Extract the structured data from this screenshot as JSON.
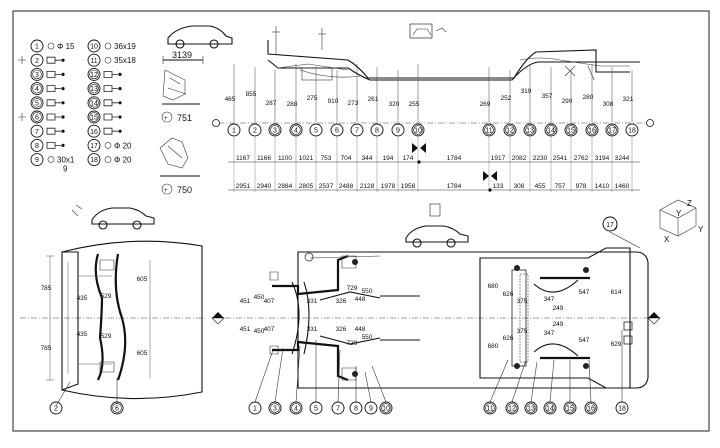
{
  "legend": [
    {
      "num": "1",
      "desc": "Φ 15"
    },
    {
      "num": "2",
      "desc": ""
    },
    {
      "num": "3",
      "desc": ""
    },
    {
      "num": "4",
      "desc": ""
    },
    {
      "num": "5",
      "desc": ""
    },
    {
      "num": "6",
      "desc": ""
    },
    {
      "num": "7",
      "desc": ""
    },
    {
      "num": "8",
      "desc": ""
    },
    {
      "num": "9",
      "desc": "30x1",
      "desc2": "9"
    },
    {
      "num": "10",
      "desc": "36x19"
    },
    {
      "num": "11",
      "desc": "35x18"
    },
    {
      "num": "12",
      "desc": ""
    },
    {
      "num": "13",
      "desc": ""
    },
    {
      "num": "14",
      "desc": ""
    },
    {
      "num": "15",
      "desc": ""
    },
    {
      "num": "16",
      "desc": ""
    },
    {
      "num": "17",
      "desc": "Φ 20"
    },
    {
      "num": "18",
      "desc": "Φ 20"
    }
  ],
  "top_dims": {
    "d3139": "3139",
    "d751": "751",
    "d750": "750"
  },
  "side_profile": {
    "heights": [
      "465",
      "855",
      "287",
      "288",
      "275",
      "910",
      "273",
      "261",
      "320",
      "255",
      "269",
      "252",
      "319",
      "357",
      "290",
      "280",
      "308",
      "321"
    ]
  },
  "axis_points": [
    "1",
    "2",
    "3",
    "4",
    "5",
    "6",
    "7",
    "8",
    "9",
    "10",
    "11",
    "12",
    "13",
    "14",
    "15",
    "16",
    "17",
    "18"
  ],
  "row_upper": [
    "1167",
    "1166",
    "1100",
    "1021",
    "753",
    "704",
    "344",
    "194",
    "174",
    "1784",
    "1917",
    "2082",
    "2230",
    "2541",
    "2762",
    "3194",
    "3244"
  ],
  "row_lower": [
    "2951",
    "2940",
    "2884",
    "2805",
    "2537",
    "2488",
    "2128",
    "1978",
    "1958",
    "1784",
    "133",
    "308",
    "455",
    "757",
    "978",
    "1410",
    "1460"
  ],
  "front_view": {
    "h_top": "785",
    "h_bottom": "785",
    "w_top": "435",
    "w_bottom": "435",
    "mid_top": "529",
    "mid_bottom": "529",
    "r_top": "605",
    "r_bottom": "605",
    "callouts": [
      "2",
      "6"
    ]
  },
  "bottom_view": {
    "left_outer": [
      "451",
      "451"
    ],
    "left_inner": [
      "450",
      "450"
    ],
    "left_inner2": [
      "407",
      "407"
    ],
    "front_mid": [
      "331",
      "331"
    ],
    "front_mid2": [
      "326",
      "326"
    ],
    "front_right": [
      "448",
      "448"
    ],
    "front_right_outer": [
      "729",
      "729"
    ],
    "front_right_far": [
      "550",
      "550"
    ],
    "rear_left": [
      "680",
      "680"
    ],
    "rear_l2": [
      "626",
      "626"
    ],
    "rear_l3": [
      "375",
      "375"
    ],
    "rear_c": [
      "347",
      "347"
    ],
    "rear_c2": [
      "249",
      "249"
    ],
    "rear_r": [
      "547",
      "547"
    ],
    "rear_far": [
      "614",
      "629"
    ],
    "markers": [
      "1",
      "3",
      "4",
      "5",
      "7",
      "8",
      "9",
      "10",
      "11",
      "12",
      "13",
      "14",
      "15",
      "16",
      "18"
    ],
    "marker_top": "17"
  },
  "axes": {
    "x": "X",
    "y1": "Y",
    "y2": "Y",
    "z": "Z"
  }
}
